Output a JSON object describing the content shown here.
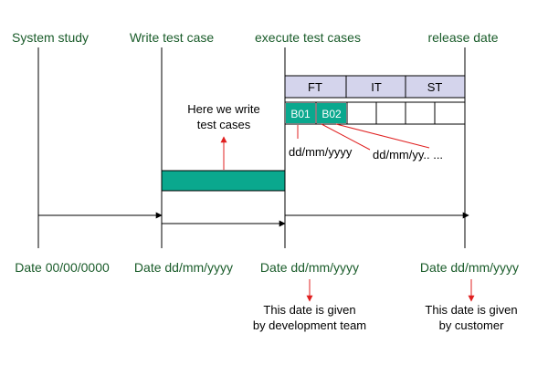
{
  "phases": {
    "system_study": "System study",
    "write_test_case": "Write test case",
    "execute_test_cases": "execute test cases",
    "release_date": "release date"
  },
  "dates": {
    "d1": "Date 00/00/0000",
    "d2": "Date dd/mm/yyyy",
    "d3": "Date dd/mm/yyyy",
    "d4": "Date dd/mm/yyyy"
  },
  "annotations": {
    "write_line1": "Here we write",
    "write_line2": "test cases",
    "dev_line1": "This date is given",
    "dev_line2": "by development team",
    "cust_line1": "This date is given",
    "cust_line2": "by customer",
    "date_a": "dd/mm/yyyy",
    "date_b": "dd/mm/yy.. ..."
  },
  "test_types": [
    "FT",
    "IT",
    "ST"
  ],
  "bugs": [
    "B01",
    "B02"
  ],
  "colors": {
    "green_text": "#1a5c2a",
    "teal": "#0aa88e",
    "lavender": "#d4d4ec",
    "red": "#e02020",
    "black": "#000000"
  }
}
